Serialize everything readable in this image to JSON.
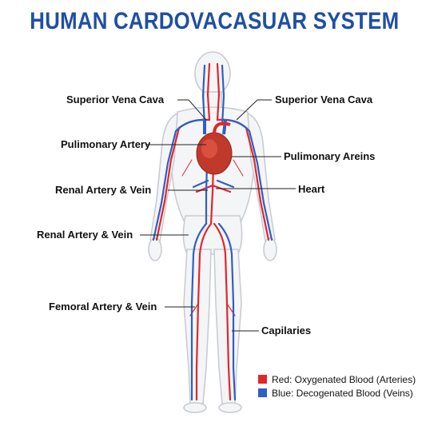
{
  "title": "HUMAN CARDOVACASUAR SYSTEM",
  "colors": {
    "title": "#1f4fa3",
    "artery": "#e2262b",
    "vein": "#2f5fc4",
    "body_outline": "#c9ccd1",
    "heart": "#c0392b"
  },
  "labels": {
    "superior_vena_cava_left": "Superior Vena Cava",
    "superior_vena_cava_right": "Superior Vena Cava",
    "pulmonary_artery": "Pulimonary Artery",
    "pulmonary_veins": "Pulimonary Areins",
    "renal_artery_vein_1": "Renal Artery & Vein",
    "heart": "Heart",
    "renal_artery_vein_2": "Renal Artery & Vein",
    "femoral_artery_vein": "Femoral Artery & Vein",
    "capillaries": "Capilaries"
  },
  "legend": {
    "red": "Red: Oxygenated Blood (Arteries)",
    "blue": "Blue: Decogenated Blood (Veins)"
  }
}
